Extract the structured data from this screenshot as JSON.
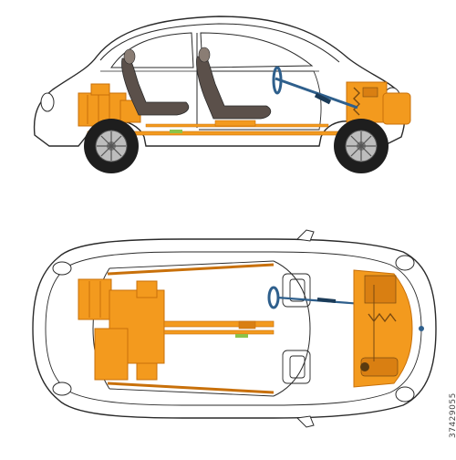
{
  "image": {
    "subject": "",
    "watermark_id": "37429055"
  },
  "colors": {
    "body_outline": "#2a2a2a",
    "mechanical": "#f39a1e",
    "mechanical_dark": "#c8700a",
    "seat": "#5b504a",
    "seat_light": "#8a7d74",
    "steering": "#2e5f8c",
    "tire": "#1e1e1e",
    "rim": "#bdbdbd",
    "accent_green": "#8bc34a",
    "background": "#ffffff"
  },
  "views": [
    {
      "id": "side-view"
    },
    {
      "id": "top-view"
    }
  ]
}
